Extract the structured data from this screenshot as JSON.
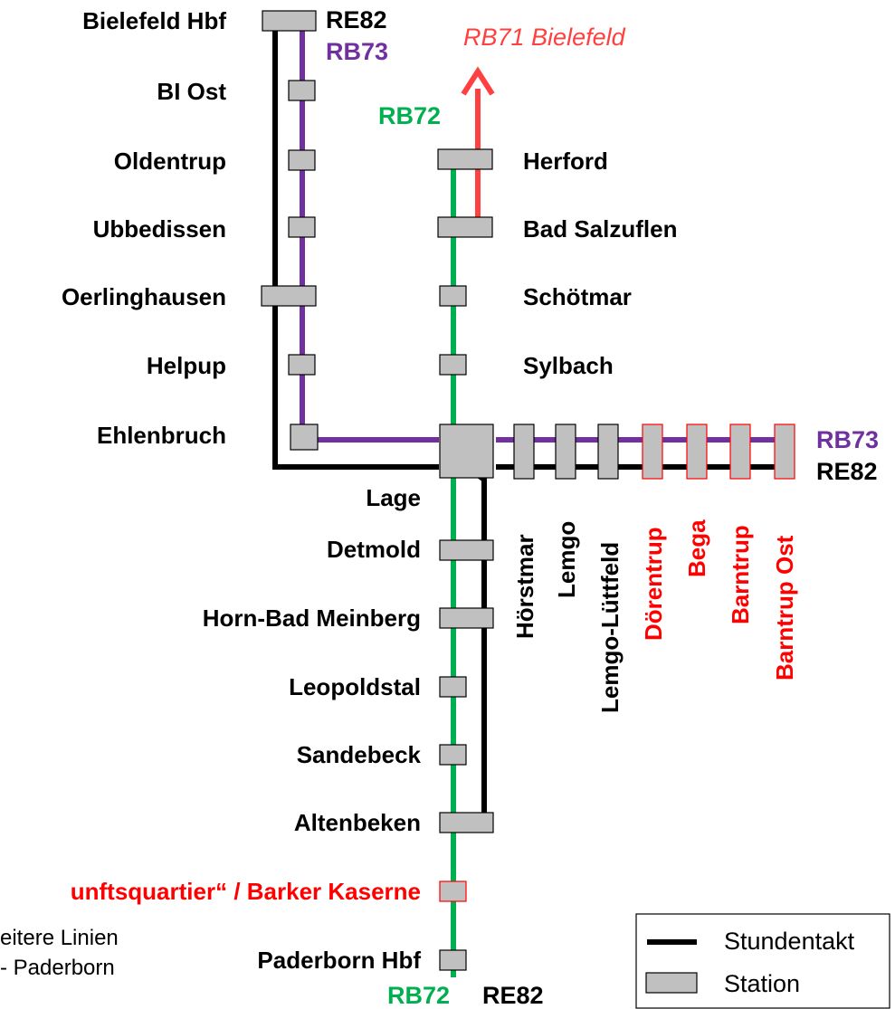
{
  "stations": {
    "bielefeld_hbf": "Bielefeld Hbf",
    "bi_ost": "BI Ost",
    "oldentrup": "Oldentrup",
    "ubbedissen": "Ubbedissen",
    "oerlinghausen": "Oerlinghausen",
    "helpup": "Helpup",
    "ehlenbruch": "Ehlenbruch",
    "herford": "Herford",
    "bad_salzuflen": "Bad Salzuflen",
    "schoetmar": "Schötmar",
    "sylbach": "Sylbach",
    "lage": "Lage",
    "detmold": "Detmold",
    "horn_bad_meinberg": "Horn-Bad Meinberg",
    "leopoldstal": "Leopoldstal",
    "sandebeck": "Sandebeck",
    "altenbeken": "Altenbeken",
    "kaserne": "unftsquartier“ / Barker Kaserne",
    "paderborn_hbf": "Paderborn Hbf",
    "hoerstmar": "Hörstmar",
    "lemgo": "Lemgo",
    "lemgo_luettfeld": "Lemgo-Lüttfeld",
    "doerentrup": "Dörentrup",
    "bega": "Bega",
    "barntrup": "Barntrup",
    "barntrup_ost": "Barntrup Ost"
  },
  "lines": {
    "re82_top": "RE82",
    "rb73_top": "RB73",
    "rb71": "RB71 Bielefeld",
    "rb72_top": "RB72",
    "rb73_right": "RB73",
    "re82_right": "RE82",
    "rb72_bottom": "RB72",
    "re82_bottom": "RE82"
  },
  "note": {
    "line1": "eitere Linien",
    "line2": "- Paderborn"
  },
  "legend": {
    "stundentakt": "Stundentakt",
    "station": "Station"
  },
  "colors": {
    "re82": "#000000",
    "rb73": "#7030a0",
    "rb72": "#00b050",
    "rb71": "#ff4040",
    "planned_station": "#ff0000",
    "station_fill": "#c0c0c0"
  }
}
